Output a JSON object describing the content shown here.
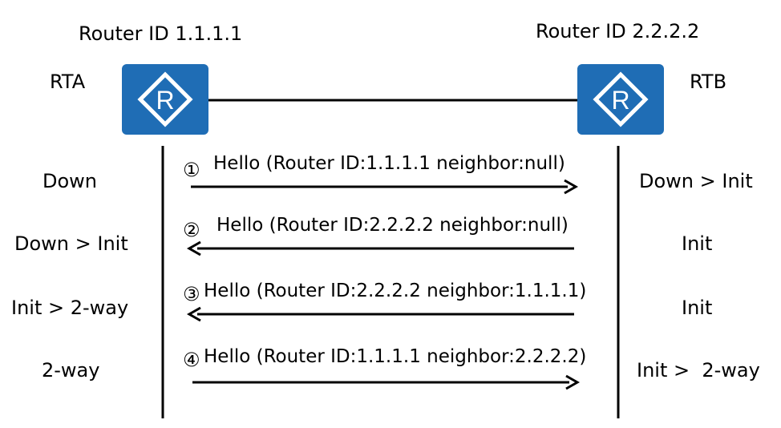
{
  "routers": [
    {
      "name": "RTA",
      "router_id": "Router ID 1.1.1.1",
      "icon_letter": "R",
      "color": "#1f6db5"
    },
    {
      "name": "RTB",
      "router_id": "Router ID 2.2.2.2",
      "icon_letter": "R",
      "color": "#1f6db5"
    }
  ],
  "messages": [
    {
      "number": "①",
      "text": "Hello (Router ID:1.1.1.1 neighbor:null)",
      "direction": "right"
    },
    {
      "number": "②",
      "text": "Hello (Router ID:2.2.2.2 neighbor:null)",
      "direction": "left"
    },
    {
      "number": "③",
      "text": "Hello (Router ID:2.2.2.2 neighbor:1.1.1.1)",
      "direction": "left"
    },
    {
      "number": "④",
      "text": "Hello (Router ID:1.1.1.1 neighbor:2.2.2.2)",
      "direction": "right"
    }
  ],
  "states_left": [
    "Down",
    "Down > Init",
    "Init > 2-way",
    "2-way"
  ],
  "states_right": [
    "Down > Init",
    "Init",
    "Init",
    "Init >  2-way"
  ]
}
